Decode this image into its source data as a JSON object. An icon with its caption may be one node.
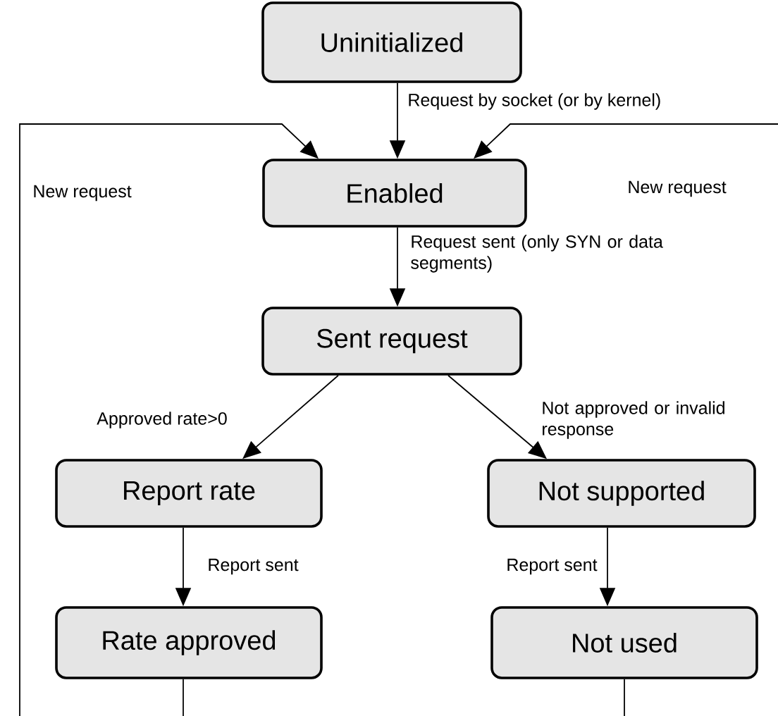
{
  "diagram": {
    "nodes": [
      {
        "text": [
          "Uninitialized"
        ]
      },
      {
        "text": [
          "Enabled"
        ]
      },
      {
        "text": [
          "Sent request"
        ]
      },
      {
        "text": [
          "Report rate"
        ]
      },
      {
        "text": [
          "Not supported"
        ]
      },
      {
        "text": [
          "Rate approved"
        ]
      },
      {
        "text": [
          "Not used"
        ]
      }
    ],
    "edges": [
      {
        "from": 0,
        "to": 1,
        "arrow": "to",
        "label": "Request by socket (or by kernel)"
      },
      {
        "from": 1,
        "to": 2,
        "arrow": "to",
        "label": "Request sent (only SYN or data segments)"
      },
      {
        "from": 2,
        "to": 3,
        "arrow": "to",
        "label": "Approved rate>0"
      },
      {
        "from": 2,
        "to": 4,
        "arrow": "to",
        "label": "Not approved or invalid response"
      },
      {
        "from": 3,
        "to": 5,
        "arrow": "to",
        "label": "Report sent"
      },
      {
        "from": 4,
        "to": 6,
        "arrow": "to",
        "label": "Report sent"
      },
      {
        "from": null,
        "to": 1,
        "arrow": "to",
        "label": "New request"
      },
      {
        "from": null,
        "to": 1,
        "arrow": "to",
        "label": "New request"
      },
      {
        "from": 5,
        "to": null,
        "arrow": "none"
      },
      {
        "from": 6,
        "to": null,
        "arrow": "none"
      }
    ]
  }
}
